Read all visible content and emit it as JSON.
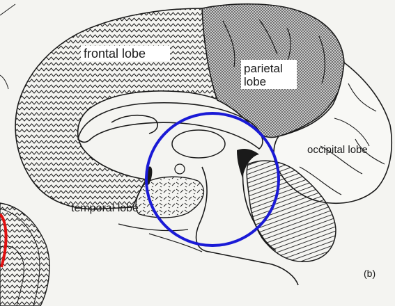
{
  "diagram": {
    "labels": {
      "frontal": "frontal lobe",
      "parietal_line1": "parietal",
      "parietal_line2": "lobe",
      "occipital": "occipital lobe",
      "temporal": "temporal lobe",
      "panel": "(b)"
    },
    "colors": {
      "ink": "#1a1a1a",
      "paper": "#f4f4f1",
      "parietal_shade": "#9a9a9a",
      "annotation_circle": "#1a1ad6",
      "annotation_arc": "#e01010"
    }
  }
}
